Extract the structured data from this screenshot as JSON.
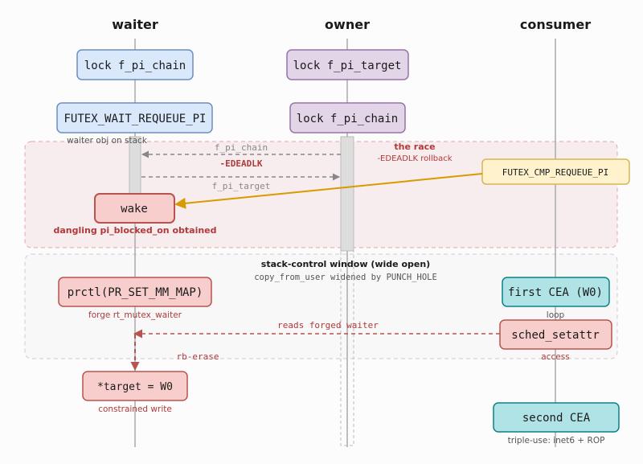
{
  "lanes": {
    "waiter": "waiter",
    "owner": "owner",
    "consumer": "consumer"
  },
  "boxes": {
    "waiter_lock": "lock f_pi_chain",
    "owner_lock_target": "lock f_pi_target",
    "futex_wait_requeue": "FUTEX_WAIT_REQUEUE_PI",
    "owner_lock_chain": "lock f_pi_chain",
    "wake": "wake",
    "futex_cmp_requeue": "FUTEX_CMP_REQUEUE_PI",
    "prctl": "prctl(PR_SET_MM_MAP)",
    "first_cea": "first CEA (W0)",
    "sched_setattr": "sched_setattr",
    "target_write": "*target = W0",
    "second_cea": "second CEA"
  },
  "regions": {
    "race_title": "the race",
    "race_subtitle": "-EDEADLK rollback",
    "window_title": "stack-control window (wide open)",
    "window_subtitle": "copy_from_user widened by PUNCH_HOLE"
  },
  "arrows": {
    "f_pi_chain": "f_pi_chain",
    "edeadlk": "-EDEADLK",
    "f_pi_target": "f_pi_target",
    "reads_forged": "reads forged waiter",
    "rb_erase": "rb-erase"
  },
  "captions": {
    "waiter_obj": "waiter obj on stack",
    "dangling": "dangling pi_blocked_on obtained",
    "forge": "forge rt_mutex_waiter",
    "loop": "loop",
    "access": "access",
    "constrained": "constrained write",
    "triple_use": "triple-use: inet6 + ROP"
  },
  "colors": {
    "blue_fill": "#dae8fc",
    "blue_stroke": "#6c8ebf",
    "purple_fill": "#e1d5e7",
    "purple_stroke": "#9673a6",
    "red_fill": "#f8cecc",
    "red_stroke": "#b85450",
    "yellow_fill": "#fff2cc",
    "yellow_stroke": "#d6b656",
    "teal_fill": "#b0e3e6",
    "teal_stroke": "#0e8088",
    "race_text": "#b03a3a",
    "race_arrow": "#d79b00"
  }
}
